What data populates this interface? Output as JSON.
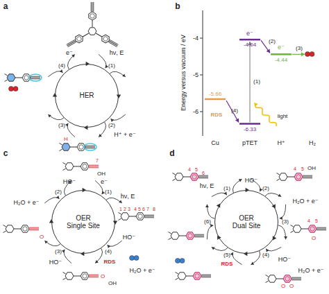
{
  "diagram": {
    "nodes": [
      {
        "text": [
          "HER"
        ]
      },
      {
        "text": [
          "OER Single Site"
        ]
      },
      {
        "text": [
          "OER Dual Site"
        ]
      }
    ],
    "labels": [
      "a",
      "e⁻",
      "(4)",
      "(1)",
      "hν, E",
      "(3)",
      "(2)",
      "H⁺ + e⁻",
      "H",
      "b",
      "Energy versus vacuum / eV",
      "-4",
      "-5",
      "-6",
      "-5.66",
      "e⁻",
      "-4.04",
      "(2)",
      "e⁻",
      "(3)",
      "-4.44",
      "(1)",
      "light",
      "RDS",
      "(4)",
      "-6.33",
      "Cu",
      "pTET",
      "H⁺",
      "H₂",
      "c",
      "7",
      "OH",
      "HO⁻",
      "e⁻",
      "(2)",
      "(1)",
      "hν, E",
      "H₂O + e⁻",
      "1",
      "2",
      "3",
      "4",
      "5",
      "6",
      "7",
      "8",
      "O",
      "HO⁻",
      "(3)",
      "(4)",
      "HO⁻",
      "RDS",
      "H₂O + e⁻",
      "O",
      "OH",
      "d",
      "4",
      "5",
      "6",
      "hν, E",
      "(1)",
      "HO⁻",
      "(2)",
      "4",
      "5",
      "OH",
      "H₂O + e⁻",
      "(3)",
      "4",
      "5",
      "O",
      "(4)",
      "HO⁻",
      "(5)",
      "RDS",
      "O",
      "O",
      "H₂O + e⁻",
      "(6)"
    ]
  }
}
